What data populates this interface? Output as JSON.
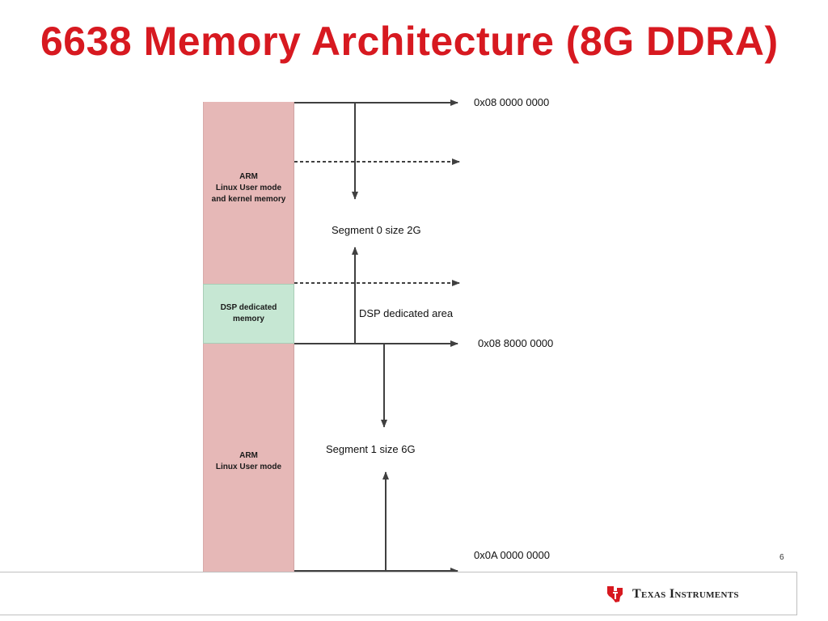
{
  "title": "6638 Memory Architecture (8G DDRA)",
  "blocks": {
    "arm_top": "ARM\nLinux User mode\nand kernel memory",
    "dsp": "DSP dedicated\nmemory",
    "arm_bottom": "ARM\nLinux User mode"
  },
  "labels": {
    "addr_top": "0x08 0000 0000",
    "addr_mid": "0x08 8000 0000",
    "addr_bottom": "0x0A 0000 0000",
    "segment0": "Segment 0 size 2G",
    "dsp_area": "DSP dedicated area",
    "segment1": "Segment 1  size 6G"
  },
  "footer": {
    "page_number": "6",
    "logo_text": "Texas Instruments"
  },
  "colors": {
    "title": "#d71920",
    "arm_block": "#e6b8b7",
    "dsp_block": "#c6e7d3",
    "arrow": "#404040"
  }
}
